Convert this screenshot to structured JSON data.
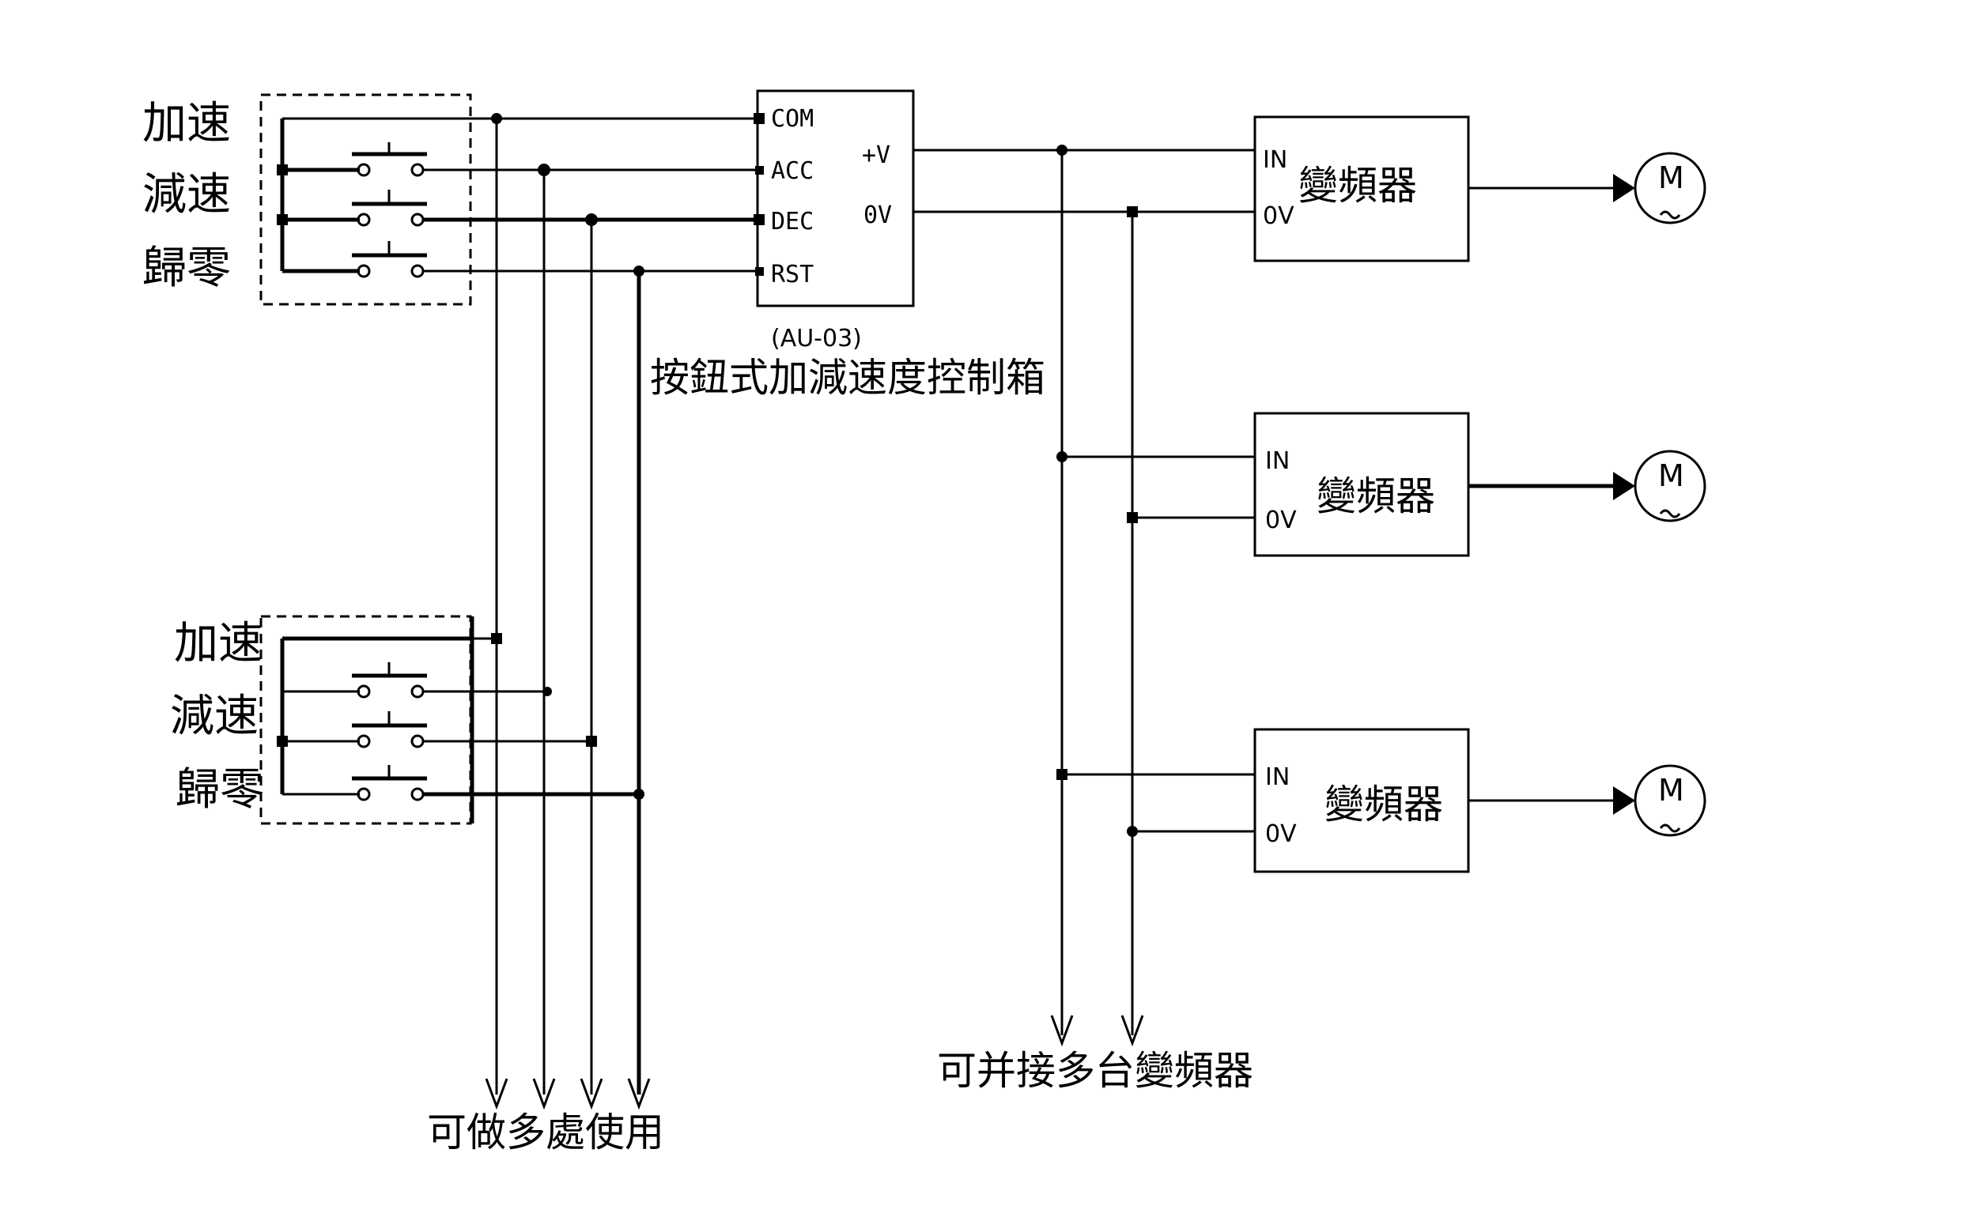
{
  "switch_groups": [
    {
      "labels": [
        "加速",
        "減速",
        "歸零"
      ]
    },
    {
      "labels": [
        "加速",
        "減速",
        "歸零"
      ]
    }
  ],
  "controller": {
    "pins_left": [
      "COM",
      "ACC",
      "DEC",
      "RST"
    ],
    "pins_right": [
      "+V",
      "0V"
    ],
    "model": "(AU-03)",
    "name": "按鈕式加減速度控制箱"
  },
  "inverters": [
    {
      "in_label": "IN",
      "ov_label": "0V",
      "name": "變頻器",
      "motor": "M"
    },
    {
      "in_label": "IN",
      "ov_label": "0V",
      "name": "變頻器",
      "motor": "M"
    },
    {
      "in_label": "IN",
      "ov_label": "0V",
      "name": "變頻器",
      "motor": "M"
    }
  ],
  "notes": {
    "bottom_left": "可做多處使用",
    "bottom_middle": "可并接多台變頻器"
  }
}
